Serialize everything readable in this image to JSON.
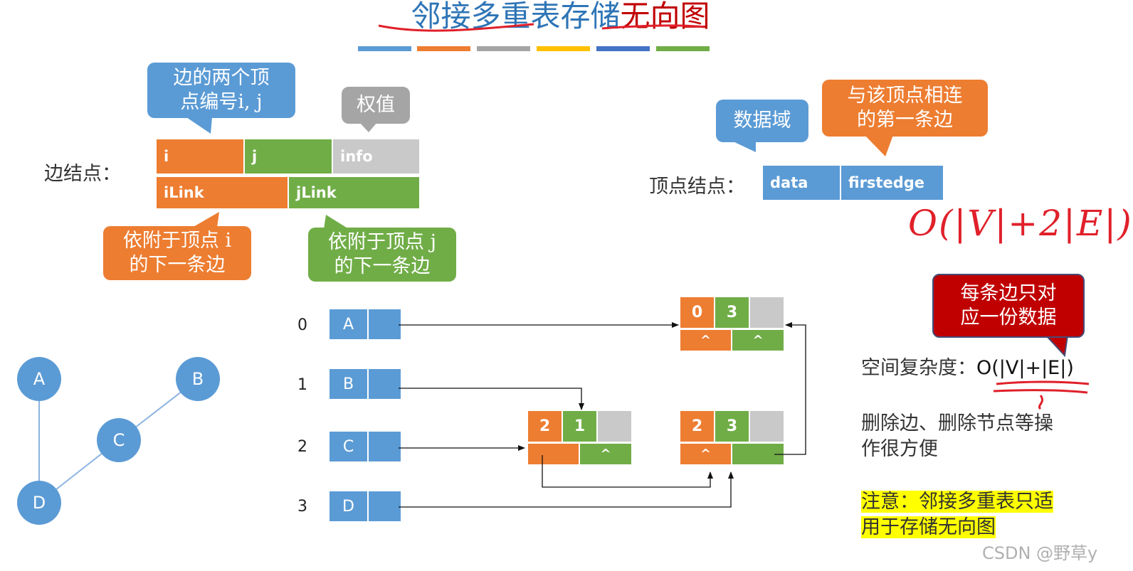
{
  "title": {
    "part1": "邻接多重表存储",
    "part2": "无向图"
  },
  "colors": {
    "blue": "#5b9bd5",
    "orange": "#ed7d31",
    "gray": "#c9c9c9",
    "yellow": "#ffc000",
    "darkblue": "#4472c4",
    "green": "#70ad47",
    "red": "#c00000",
    "highlight": "#ffff00"
  },
  "edge_node": {
    "label": "边结点：",
    "fields": {
      "i": "i",
      "j": "j",
      "info": "info",
      "ilink": "iLink",
      "jlink": "jLink"
    },
    "callouts": {
      "vertices": "边的两个顶\n点编号i, j",
      "weight": "权值",
      "ilink": "依附于顶点 i\n的下一条边",
      "jlink": "依附于顶点 j\n的下一条边"
    }
  },
  "vertex_node": {
    "label": "顶点结点：",
    "fields": {
      "data": "data",
      "firstedge": "firstedge"
    },
    "callouts": {
      "data": "数据域",
      "firstedge": "与该顶点相连\n的第一条边"
    }
  },
  "handwritten_note": "O(|V|+2|E|)",
  "callout_unique": "每条边只对\n应一份数据",
  "complexity": {
    "label": "空间复杂度：",
    "value": "O(|V|+|E|)"
  },
  "ease_text": "删除边、删除节点等操\n作很方便",
  "note": "注意：邻接多重表只适\n用于存储无向图",
  "vertex_array": [
    {
      "index": "0",
      "name": "A"
    },
    {
      "index": "1",
      "name": "B"
    },
    {
      "index": "2",
      "name": "C"
    },
    {
      "index": "3",
      "name": "D"
    }
  ],
  "edges": [
    {
      "i": "0",
      "j": "3",
      "ilink": "^",
      "jlink": "^"
    },
    {
      "i": "2",
      "j": "1",
      "ilink": "",
      "jlink": "^"
    },
    {
      "i": "2",
      "j": "3",
      "ilink": "^",
      "jlink": ""
    }
  ],
  "graph_nodes": [
    "A",
    "B",
    "C",
    "D"
  ],
  "watermark": "CSDN @野草y"
}
